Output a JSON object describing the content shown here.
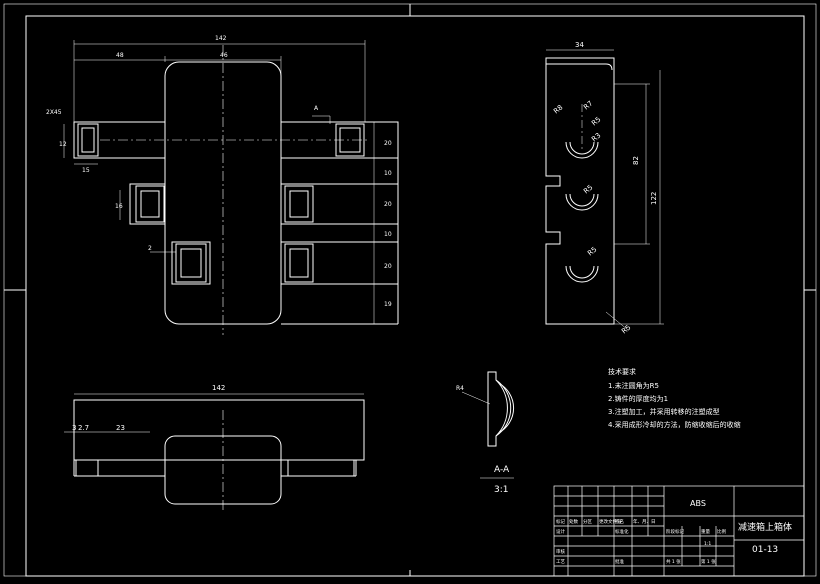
{
  "drawing": {
    "top_view": {
      "dims": {
        "overall_width": "142",
        "left_section": "48",
        "mid_section": "46",
        "small_pocket_a": "12",
        "small_pocket_b": "15",
        "chamfer_note": "2X45",
        "inner_a": "16",
        "inner_b": "2",
        "section_marker": "A"
      },
      "side_dims": [
        "20",
        "10",
        "20",
        "10",
        "20",
        "19"
      ]
    },
    "right_view": {
      "dims": {
        "width": "34",
        "height_inner": "82",
        "height_overall": "122",
        "r_a": "R8",
        "r_b": "R7",
        "r_c": "R5",
        "r_d": "R3",
        "r_e": "R5",
        "r_f": "R5",
        "r_bottom": "R5"
      }
    },
    "front_view": {
      "dims": {
        "overall": "142",
        "d1": "3",
        "d2": "2.7",
        "d3": "23"
      }
    },
    "section_detail": {
      "label_a": "A-A",
      "label_scale": "3:1",
      "dim_r": "R4"
    },
    "notes": {
      "heading": "技术要求",
      "items": [
        "1.未注圆角为R5",
        "2.铸件的厚度均为1",
        "3.注塑加工，并采用转移的注塑成型",
        "4.采用成形冷却的方法，防缩收缩后的收缩"
      ]
    },
    "title_block": {
      "material": "ABS",
      "part_name": "减速箱上箱体",
      "drawing_no": "01-13",
      "scale": "1:1",
      "cells": [
        "标记",
        "处数",
        "分区",
        "更改文件号",
        "签名",
        "年、月、日",
        "设计",
        "标准化",
        "阶段标记",
        "重量",
        "比例",
        "审核",
        "工艺",
        "批准",
        "共 1 张",
        "第 1 张"
      ]
    }
  }
}
